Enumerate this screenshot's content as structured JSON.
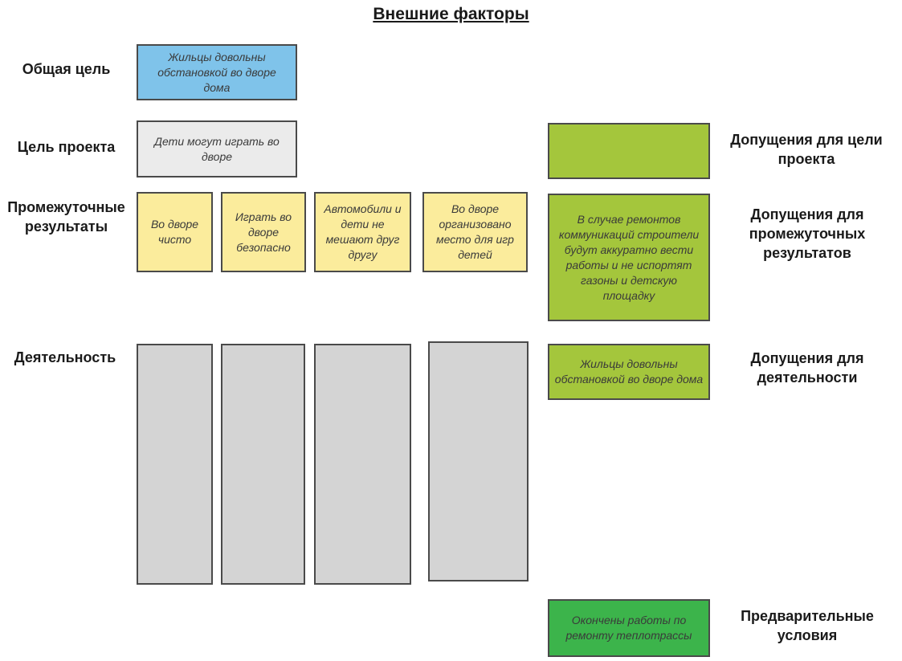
{
  "title": "Внешние факторы",
  "row_labels": {
    "overall_goal": "Общая цель",
    "project_goal": "Цель проекта",
    "intermediate_results": "Промежуточные результаты",
    "activities": "Деятельность"
  },
  "assumption_labels": {
    "project_goal": "Допущения для цели проекта",
    "intermediate_results": "Допущения для промежуточных результатов",
    "activities": "Допущения для деятельности",
    "preconditions": "Предварительные условия"
  },
  "boxes": {
    "overall_goal": "Жильцы довольны обстановкой во дворе дома",
    "project_goal": "Дети могут играть во дворе",
    "results": [
      "Во дворе чисто",
      "Играть во дворе безопасно",
      "Автомобили и дети не мешают друг другу",
      "Во дворе организовано место для игр детей"
    ],
    "assumption_project_goal": "",
    "assumption_results": "В случае ремонтов коммуникаций строители будут аккуратно вести работы и не испортят газоны и детскую площадку",
    "assumption_activities": "Жильцы довольны обстановкой во дворе дома",
    "preconditions": "Окончены работы по ремонту теплотрассы"
  },
  "colors": {
    "overall_goal": "#7fc3ea",
    "project_goal": "#ebebeb",
    "results": "#fbec9c",
    "activities": "#d4d4d4",
    "assumptions": "#a4c63c",
    "preconditions": "#3cb44b"
  }
}
